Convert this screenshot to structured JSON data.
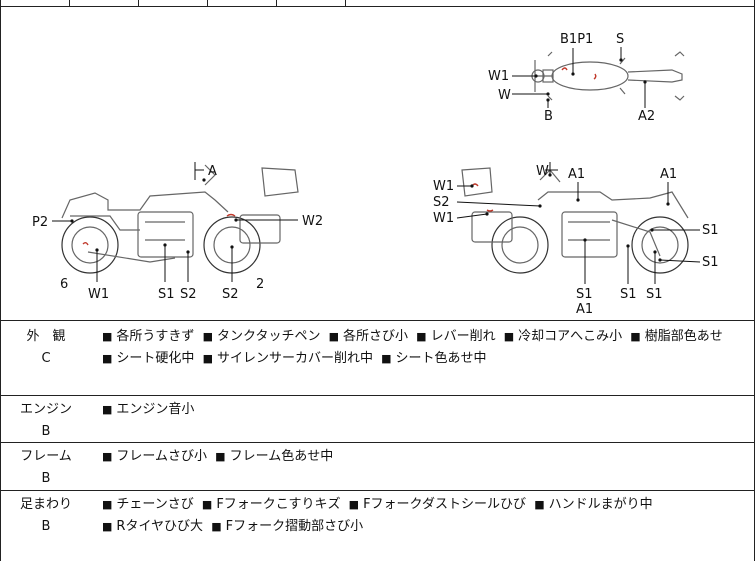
{
  "diagram": {
    "labels": {
      "top": {
        "b1p1": "B1P1",
        "s": "S",
        "w1": "W1",
        "w": "W",
        "b": "B",
        "a2": "A2"
      },
      "left": {
        "a": "A",
        "p2": "P2",
        "w2": "W2",
        "six": "6",
        "w1": "W1",
        "s1": "S1",
        "s2": "S2",
        "s2b": "S2",
        "two": "2"
      },
      "right": {
        "w": "W",
        "a1a": "A1",
        "a1b": "A1",
        "w1a": "W1",
        "s2": "S2",
        "w1b": "W1",
        "s1a": "S1",
        "s1b": "S1",
        "s1c": "S1",
        "a1c": "A1",
        "s1d": "S1",
        "s1e": "S1"
      }
    }
  },
  "sections": [
    {
      "name": "外　観",
      "grade": "C",
      "items": [
        "各所うすきず",
        "タンクタッチペン",
        "各所さび小",
        "レバー削れ",
        "冷却コアへこみ小",
        "樹脂部色あせ",
        "シート硬化中",
        "サイレンサーカバー削れ中",
        "シート色あせ中"
      ]
    },
    {
      "name": "エンジン",
      "grade": "B",
      "items": [
        "エンジン音小"
      ]
    },
    {
      "name": "フレーム",
      "grade": "B",
      "items": [
        "フレームさび小",
        "フレーム色あせ中"
      ]
    },
    {
      "name": "足まわり",
      "grade": "B",
      "items": [
        "チェーンさび",
        "Fフォークこすりキズ",
        "Fフォークダストシールひび",
        "ハンドルまがり中",
        "Rタイヤひび大",
        "Fフォーク摺動部さび小"
      ]
    }
  ],
  "bullet": "■"
}
